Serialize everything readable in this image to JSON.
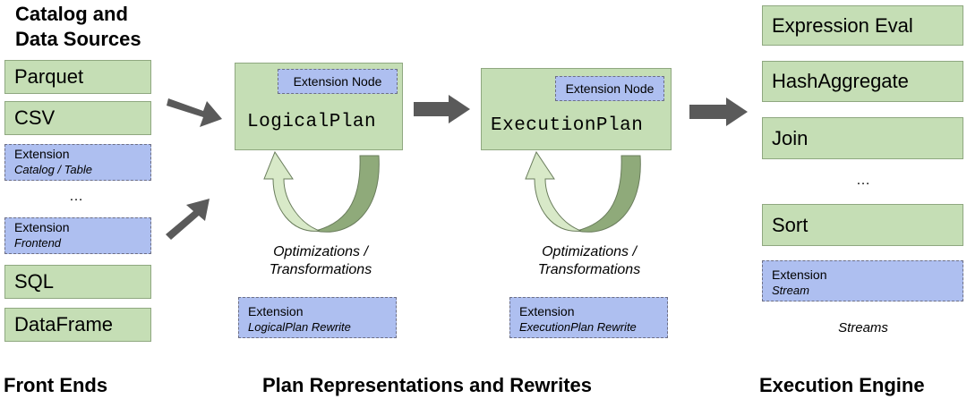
{
  "front_ends": {
    "title_line1": "Catalog and",
    "title_line2": "Data Sources",
    "parquet": "Parquet",
    "csv": "CSV",
    "ext_catalog_title": "Extension",
    "ext_catalog_sub": "Catalog / Table",
    "ellipsis": "…",
    "ext_frontend_title": "Extension",
    "ext_frontend_sub": "Frontend",
    "sql": "SQL",
    "dataframe": "DataFrame",
    "footer": "Front Ends"
  },
  "plan": {
    "logical_node": "Extension Node",
    "logical_label": "LogicalPlan",
    "logical_opt_line1": "Optimizations /",
    "logical_opt_line2": "Transformations",
    "logical_rewrite_title": "Extension",
    "logical_rewrite_sub": "LogicalPlan Rewrite",
    "exec_node": "Extension Node",
    "exec_label": "ExecutionPlan",
    "exec_opt_line1": "Optimizations /",
    "exec_opt_line2": "Transformations",
    "exec_rewrite_title": "Extension",
    "exec_rewrite_sub": "ExecutionPlan Rewrite",
    "footer": "Plan Representations and Rewrites"
  },
  "engine": {
    "expr_eval": "Expression Eval",
    "hash_agg": "HashAggregate",
    "join": "Join",
    "ellipsis": "…",
    "sort": "Sort",
    "ext_stream_title": "Extension",
    "ext_stream_sub": "Stream",
    "streams_caption": "Streams",
    "footer": "Execution Engine"
  },
  "colors": {
    "green_fill": "#c5deb5",
    "blue_fill": "#aebff0",
    "arrow_gray": "#5a5a5a",
    "loop_fill": "#d8e9c8"
  }
}
